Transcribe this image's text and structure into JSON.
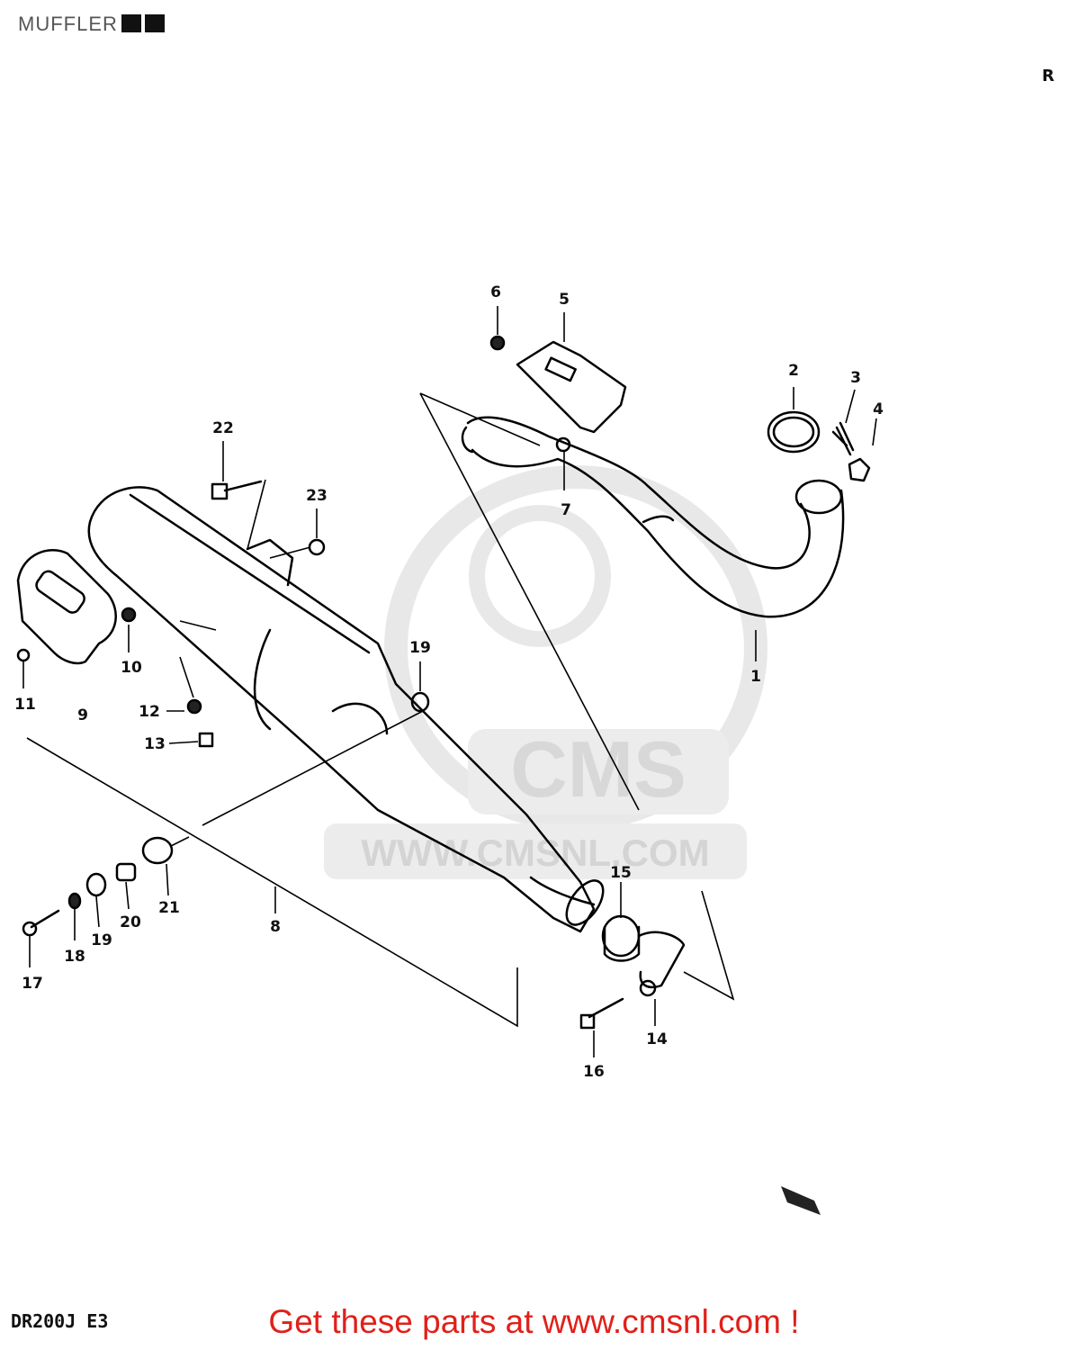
{
  "header": {
    "title": "MUFFLER"
  },
  "corner_mark": "R",
  "model_label": "DR200J E3",
  "footer": {
    "text": "Get these parts at www.cmsnl.com !",
    "color": "#e0201a"
  },
  "watermark": {
    "logo_text": "CMS",
    "url_text": "WWW.CMSNL.COM"
  },
  "callouts": [
    "1",
    "2",
    "3",
    "4",
    "5",
    "6",
    "7",
    "8",
    "9",
    "10",
    "11",
    "12",
    "13",
    "14",
    "15",
    "16",
    "17",
    "18",
    "19",
    "19",
    "20",
    "21",
    "22",
    "23"
  ]
}
